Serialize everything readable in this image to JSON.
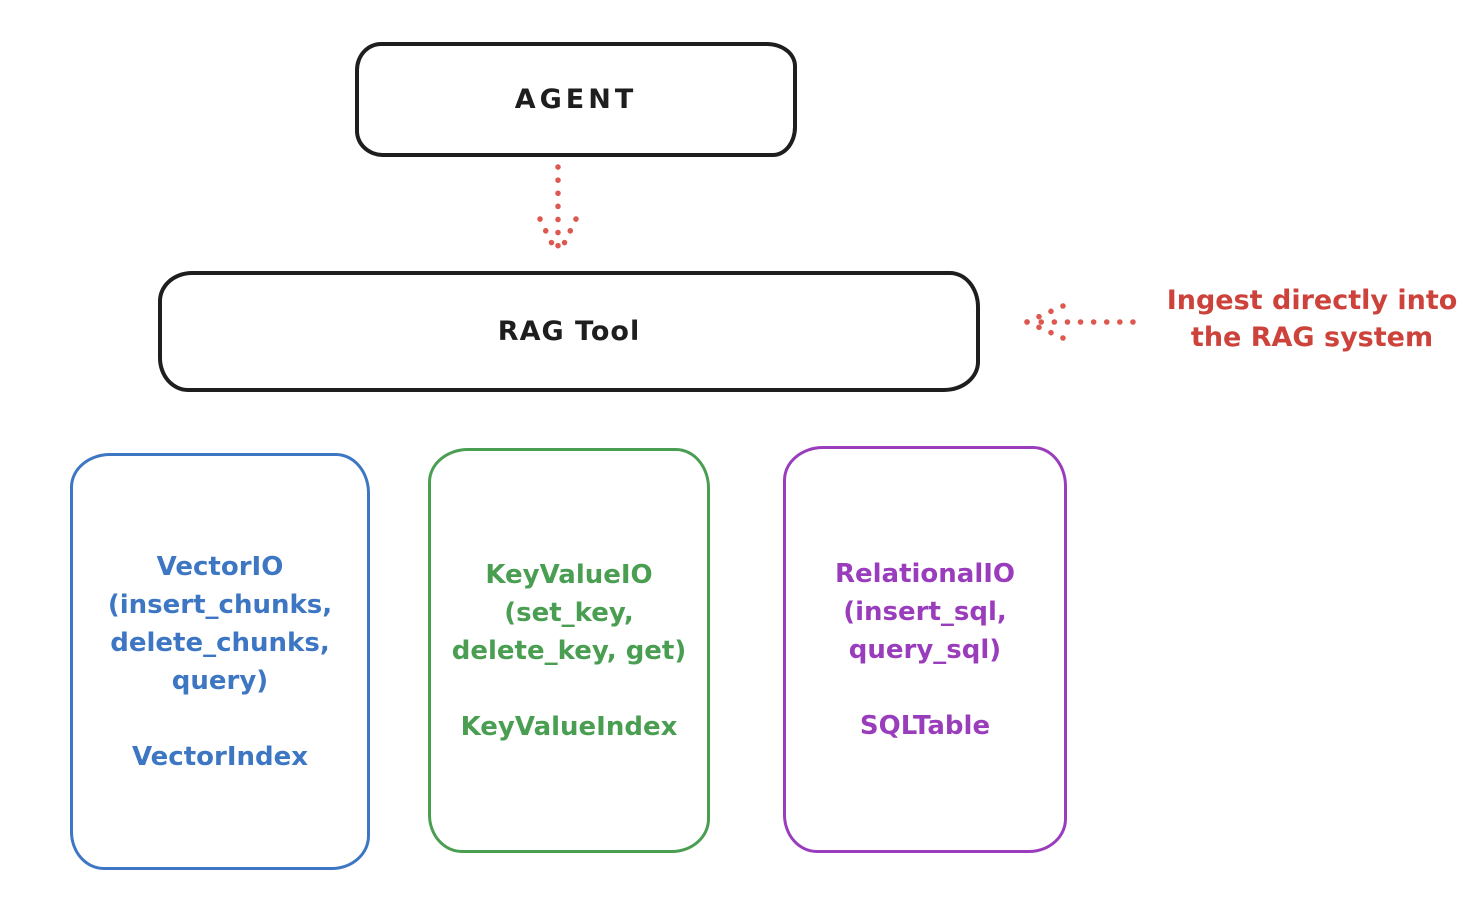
{
  "agent_box": {
    "label": "AGENT"
  },
  "rag_box": {
    "label": "RAG Tool"
  },
  "annotation": {
    "line1": "Ingest directly into",
    "line2": "the RAG system",
    "color": "#cd423b"
  },
  "arrows": {
    "agent_to_rag": "dotted-down-arrow",
    "ingest_to_rag": "dotted-left-arrow",
    "color": "#dd5850"
  },
  "io_boxes": [
    {
      "name": "vector-io",
      "color": "#3d76c2",
      "lines": [
        "VectorIO",
        "(insert_chunks,",
        "delete_chunks,",
        "query)"
      ],
      "index_label": "VectorIndex"
    },
    {
      "name": "keyvalue-io",
      "color": "#4a9e52",
      "lines": [
        "KeyValueIO",
        "(set_key,",
        "delete_key, get)"
      ],
      "index_label": "KeyValueIndex"
    },
    {
      "name": "relational-io",
      "color": "#9a3dbd",
      "lines": [
        "RelationalIO",
        "(insert_sql,",
        "query_sql)"
      ],
      "index_label": "SQLTable"
    }
  ],
  "colors": {
    "outline_black": "#1e1e1e",
    "background": "#ffffff"
  }
}
